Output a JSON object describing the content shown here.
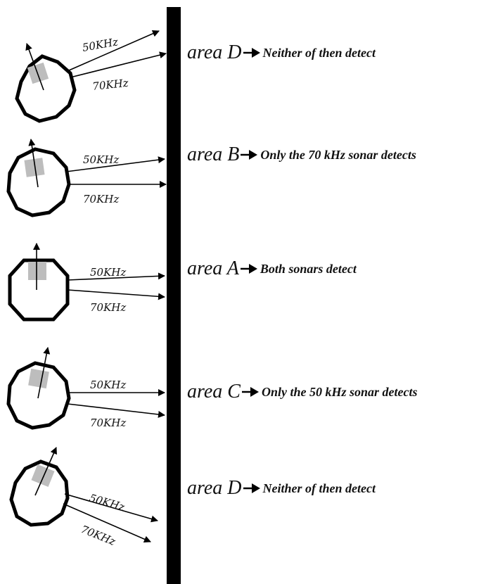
{
  "rows": [
    {
      "area": "area D",
      "desc": "Neither of then detect",
      "f1": "50KHz",
      "f2": "70KHz"
    },
    {
      "area": "area B",
      "desc": "Only the 70 kHz sonar detects",
      "f1": "50KHz",
      "f2": "70KHz"
    },
    {
      "area": "area A",
      "desc": "Both sonars detect",
      "f1": "50KHz",
      "f2": "70KHz"
    },
    {
      "area": "area C",
      "desc": "Only the 50 kHz sonar detects",
      "f1": "50KHz",
      "f2": "70KHz"
    },
    {
      "area": "area D",
      "desc": "Neither of then detect",
      "f1": "50KHz",
      "f2": "70KHz"
    }
  ]
}
